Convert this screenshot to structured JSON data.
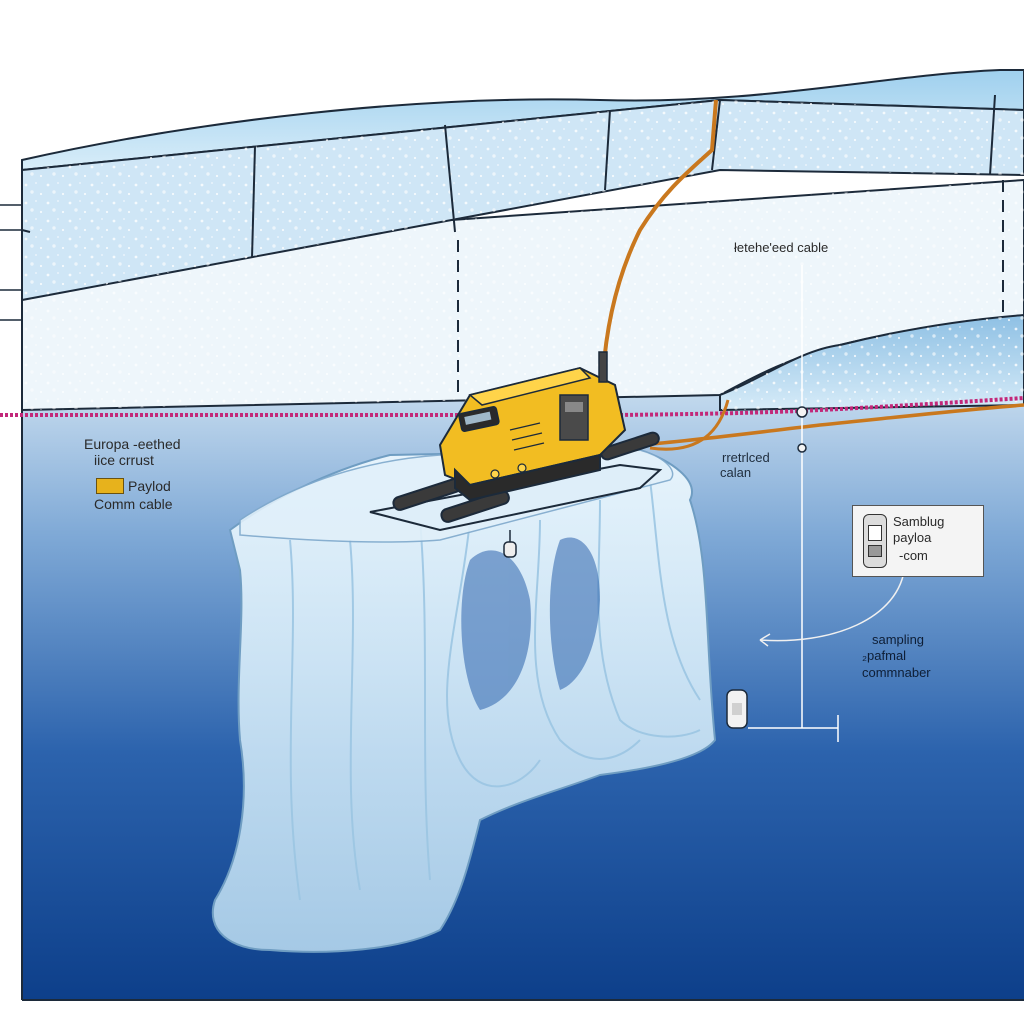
{
  "labels": {
    "europa_line1": "Europa -eethed",
    "europa_line2": "iice crrust",
    "payload_legend": "Paylod",
    "comm_cable_legend": "Comm cable",
    "tethered_cable": "łetehe'eed cable",
    "retracted_line1": "rretrlced",
    "retracted_line2": "calan",
    "sample_box_line1": "Samblug",
    "sample_box_line2": "payloa",
    "sample_box_line3": "-com",
    "sampling_line1": "sampling",
    "sampling_line2": "₂pafmal",
    "sampling_line3": "commnaber"
  },
  "icons": {
    "rover": "ice-rover-icon",
    "sampler": "sampling-canister-icon",
    "probe": "probe-canister-icon"
  },
  "colors": {
    "ocean_top": "#b9d3ea",
    "ocean_bottom": "#0d3f8a",
    "ice_light": "#eaf4fb",
    "ice_block": "#cfe6f6",
    "ice_edge": "#1c2a3a",
    "tether_magenta": "#c2287a",
    "cable_orange": "#c9781e",
    "rover_yellow": "#f2bd22",
    "swatch_yellow": "#e7b21c"
  }
}
